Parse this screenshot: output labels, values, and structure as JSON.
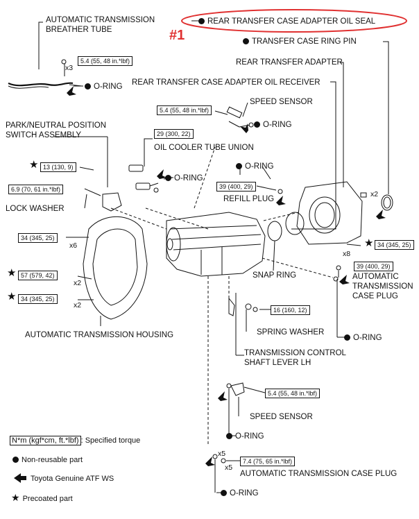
{
  "labels": {
    "breather_tube": [
      "AUTOMATIC TRANSMISSION",
      "BREATHER TUBE"
    ],
    "rear_seal": "REAR TRANSFER CASE ADAPTER OIL SEAL",
    "ring_pin": "TRANSFER CASE RING PIN",
    "rear_adapter": "REAR TRANSFER ADAPTER",
    "oil_receiver": "REAR TRANSFER CASE ADAPTER OIL RECEIVER",
    "speed_sensor_top": "SPEED SENSOR",
    "park_switch": [
      "PARK/NEUTRAL POSITION",
      "SWITCH ASSEMBLY"
    ],
    "oil_cooler_union": "OIL COOLER TUBE UNION",
    "refill_plug": "REFILL PLUG",
    "lock_washer": "LOCK WASHER",
    "snap_ring": "SNAP RING",
    "case_plug_right": [
      "AUTOMATIC",
      "TRANSMISSION",
      "CASE PLUG"
    ],
    "spring_washer": "SPRING WASHER",
    "housing": "AUTOMATIC TRANSMISSION HOUSING",
    "shaft_lever": [
      "TRANSMISSION CONTROL",
      "SHAFT LEVER LH"
    ],
    "speed_sensor_bottom": "SPEED SENSOR",
    "case_plug_bottom": "AUTOMATIC TRANSMISSION CASE PLUG",
    "o_ring": "O-RING"
  },
  "annotation": {
    "text": "#1",
    "color": "#e03030"
  },
  "torques": {
    "breather": "5.4 (55, 48 in.*lbf)",
    "speed_top": "5.4 (55, 48 in.*lbf)",
    "cooler": "29 (300, 22)",
    "switch_bolt": "13 (130, 9)",
    "lock_washer": "6.9 (70, 61 in.*lbf)",
    "refill": "39 (400, 29)",
    "housing_1": "34 (345, 25)",
    "housing_2": "57 (579, 42)",
    "housing_3": "34 (345, 25)",
    "adapter_bolt": "34 (345, 25)",
    "case_plug_right": "39 (400, 29)",
    "spring_washer": "16 (160, 12)",
    "speed_bottom": "5.4 (55, 48 in.*lbf)",
    "case_plug_bottom": "7.4 (75, 65 in.*lbf)"
  },
  "quantities": {
    "breather": "x3",
    "ring_pin": "x2",
    "housing_1": "x6",
    "housing_2": "x2",
    "housing_3": "x2",
    "adapter": "x8",
    "bottom_a": "x5",
    "bottom_b": "x5"
  },
  "legend": {
    "torque_box": "N*m (kgf*cm, ft.*lbf)",
    "torque_suffix": ": Specified torque",
    "non_reusable": "Non-reusable part",
    "atf": "Toyota Genuine ATF WS",
    "precoated": "Precoated part"
  }
}
